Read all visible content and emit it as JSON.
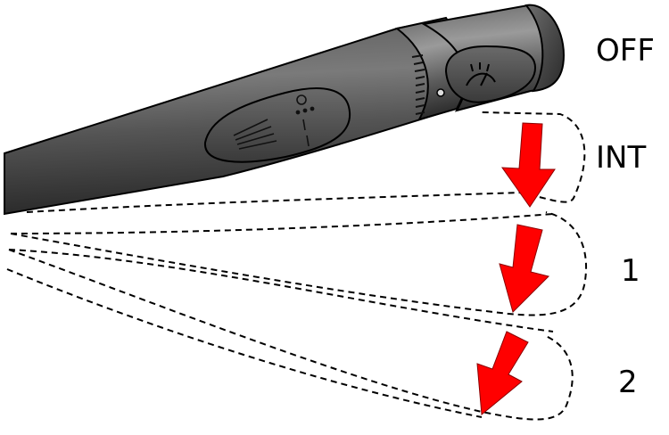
{
  "positions": {
    "off": "OFF",
    "int": "INT",
    "one": "1",
    "two": "2"
  },
  "colors": {
    "arrow": "#ff0000",
    "stalk_dark": "#2e2e2e",
    "stalk_light": "#8a8a8a",
    "outline": "#000000"
  },
  "icons": [
    "wiper-stalk",
    "windshield-wiper-icon",
    "washer-spray-icon",
    "down-arrow-icon"
  ]
}
